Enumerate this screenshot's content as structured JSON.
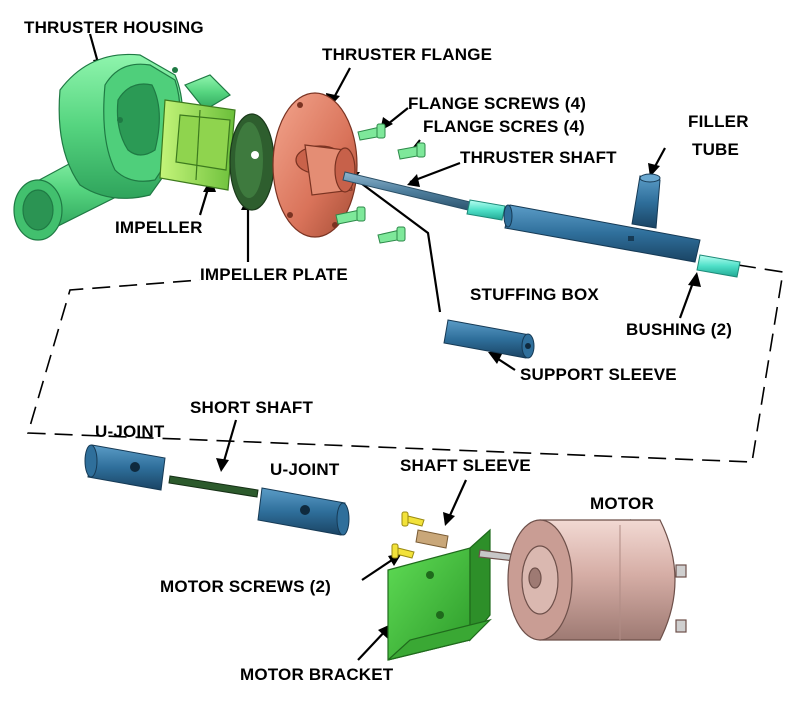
{
  "labels": {
    "thruster_housing": "THRUSTER HOUSING",
    "thruster_flange": "THRUSTER FLANGE",
    "flange_screws_1": "FLANGE SCREWS (4)",
    "flange_screws_2": "FLANGE SCRES (4)",
    "filler_tube_1": "FILLER",
    "filler_tube_2": "TUBE",
    "thruster_shaft": "THRUSTER SHAFT",
    "impeller": "IMPELLER",
    "impeller_plate": "IMPELLER PLATE",
    "stuffing_box": "STUFFING BOX",
    "bushing": "BUSHING (2)",
    "support_sleeve": "SUPPORT SLEEVE",
    "short_shaft": "SHORT SHAFT",
    "u_joint_left": "U-JOINT",
    "u_joint_right": "U-JOINT",
    "shaft_sleeve": "SHAFT SLEEVE",
    "motor": "MOTOR",
    "motor_screws": "MOTOR SCREWS (2)",
    "motor_bracket": "MOTOR BRACKET"
  },
  "colors": {
    "housing": "#5fe08a",
    "flange": "#e07d62",
    "shaft": "#4f7f9e",
    "bushing": "#4fe0c8",
    "motor": "#d8b2aa",
    "bracket": "#3fbf3a",
    "screw_green": "#7ee89a",
    "screw_yellow": "#f2e23a"
  }
}
